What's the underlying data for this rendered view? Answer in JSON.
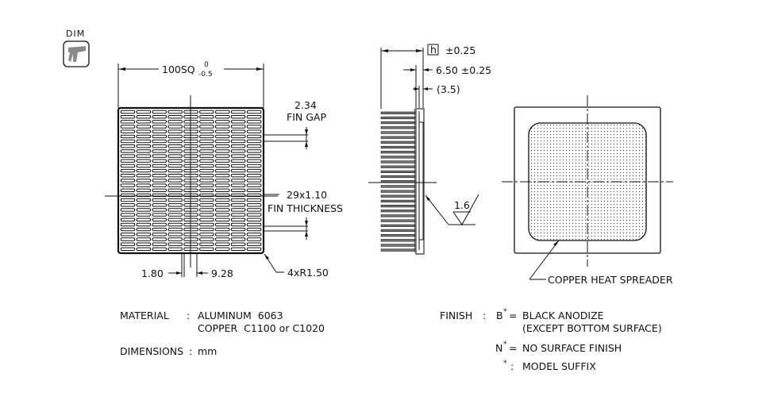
{
  "badge": {
    "label": "DIM",
    "icon": "caliper-icon"
  },
  "top_view": {
    "width_dim": "100SQ",
    "width_tol_upper": "0",
    "width_tol_lower": "-0.5",
    "fin_gap_value": "2.34",
    "fin_gap_label": "FIN GAP",
    "fin_thickness_value": "29x1.10",
    "fin_thickness_label": "FIN THICKNESS",
    "pin_width": "1.80",
    "pitch": "9.28",
    "corner_radius": "4xR1.50",
    "fin_columns": 9,
    "fin_rows": 29
  },
  "side_view": {
    "height_symbol": "h",
    "height_tol": "±0.25",
    "base_thickness": "6.50 ±0.25",
    "spreader_thickness": "(3.5)",
    "surface_roughness": "1.6"
  },
  "bottom_view": {
    "spreader_label": "COPPER HEAT SPREADER"
  },
  "notes": {
    "material_label": "MATERIAL",
    "material_sep": ":",
    "material_lines": [
      "ALUMINUM  6063",
      "COPPER  C1100 or C1020"
    ],
    "dimensions_label": "DIMENSIONS",
    "dimensions_sep": ":",
    "dimensions_value": "mm",
    "finish_label": "FINISH",
    "finish_sep": ":",
    "finish_items": [
      {
        "code": "B",
        "star": "*",
        "eq": "=",
        "text": "BLACK ANODIZE",
        "sub": "(EXCEPT BOTTOM SURFACE)"
      },
      {
        "code": "N",
        "star": "*",
        "eq": "=",
        "text": "NO SURFACE FINISH"
      },
      {
        "code": "",
        "star": "*",
        "eq": ":",
        "text": "MODEL SUFFIX"
      }
    ]
  }
}
